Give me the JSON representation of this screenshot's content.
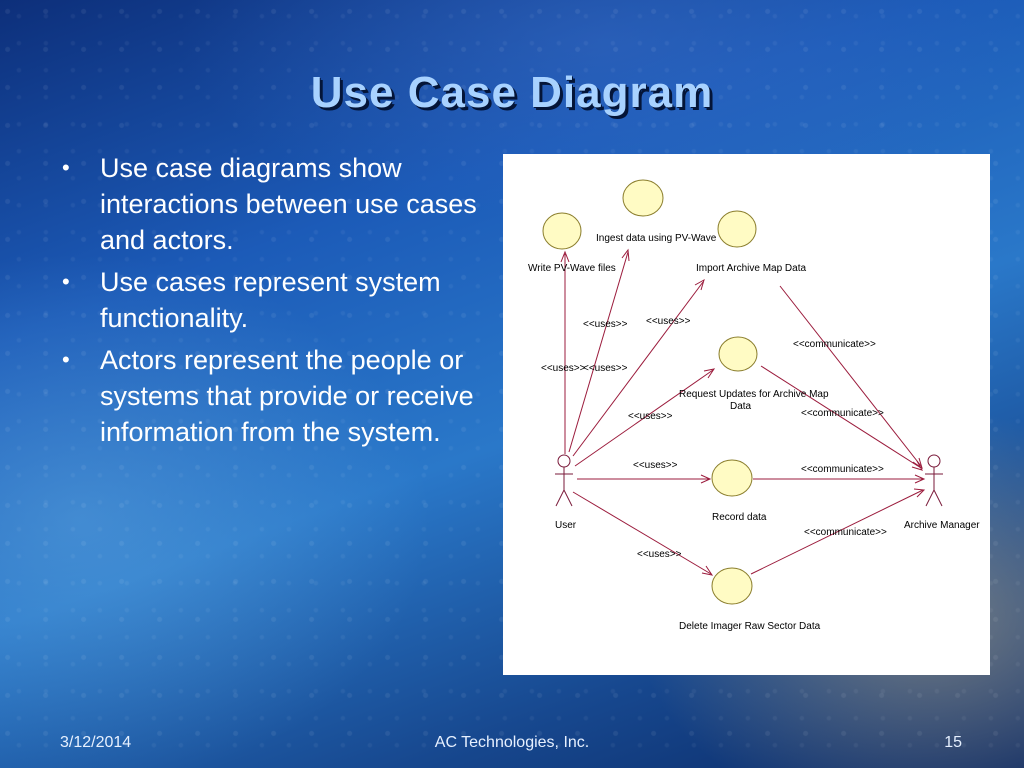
{
  "slide": {
    "title": "Use Case Diagram",
    "bullets": [
      "Use case diagrams show interactions between use cases and actors.",
      "Use cases represent system functionality.",
      "Actors represent the people or systems that provide or receive information from the system."
    ],
    "footer": {
      "date": "3/12/2014",
      "company": "AC Technologies, Inc.",
      "page": "15"
    }
  },
  "diagram": {
    "use_cases": [
      "Ingest data using PV-Wave",
      "Write PV-Wave files",
      "Import Archive Map Data",
      "Request Updates for Archive Map",
      "Data",
      "Record data",
      "Delete Imager Raw Sector Data"
    ],
    "actors": [
      "User",
      "Archive Manager"
    ],
    "relations": {
      "uses": "<<uses>>",
      "communicate": "<<communicate>>"
    }
  }
}
